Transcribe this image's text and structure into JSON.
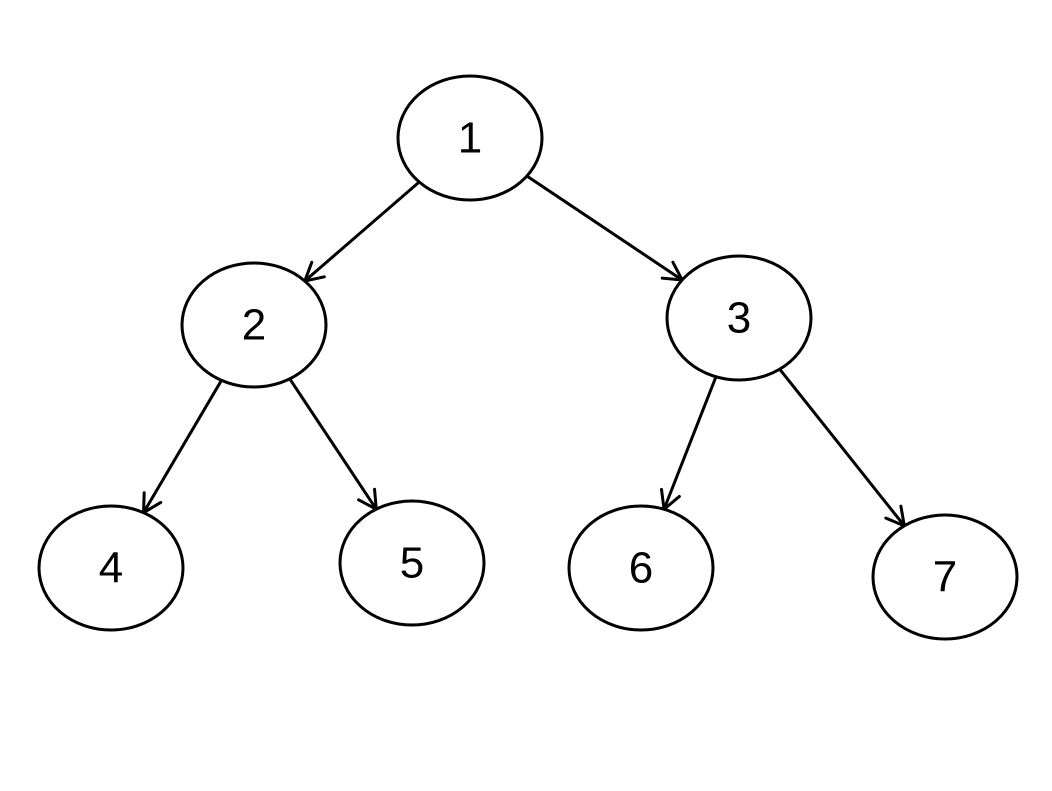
{
  "diagram": {
    "type": "tree",
    "nodes": [
      {
        "id": "1",
        "label": "1"
      },
      {
        "id": "2",
        "label": "2"
      },
      {
        "id": "3",
        "label": "3"
      },
      {
        "id": "4",
        "label": "4"
      },
      {
        "id": "5",
        "label": "5"
      },
      {
        "id": "6",
        "label": "6"
      },
      {
        "id": "7",
        "label": "7"
      }
    ],
    "edges": [
      {
        "from": "1",
        "to": "2"
      },
      {
        "from": "1",
        "to": "3"
      },
      {
        "from": "2",
        "to": "4"
      },
      {
        "from": "2",
        "to": "5"
      },
      {
        "from": "3",
        "to": "6"
      },
      {
        "from": "3",
        "to": "7"
      }
    ]
  }
}
